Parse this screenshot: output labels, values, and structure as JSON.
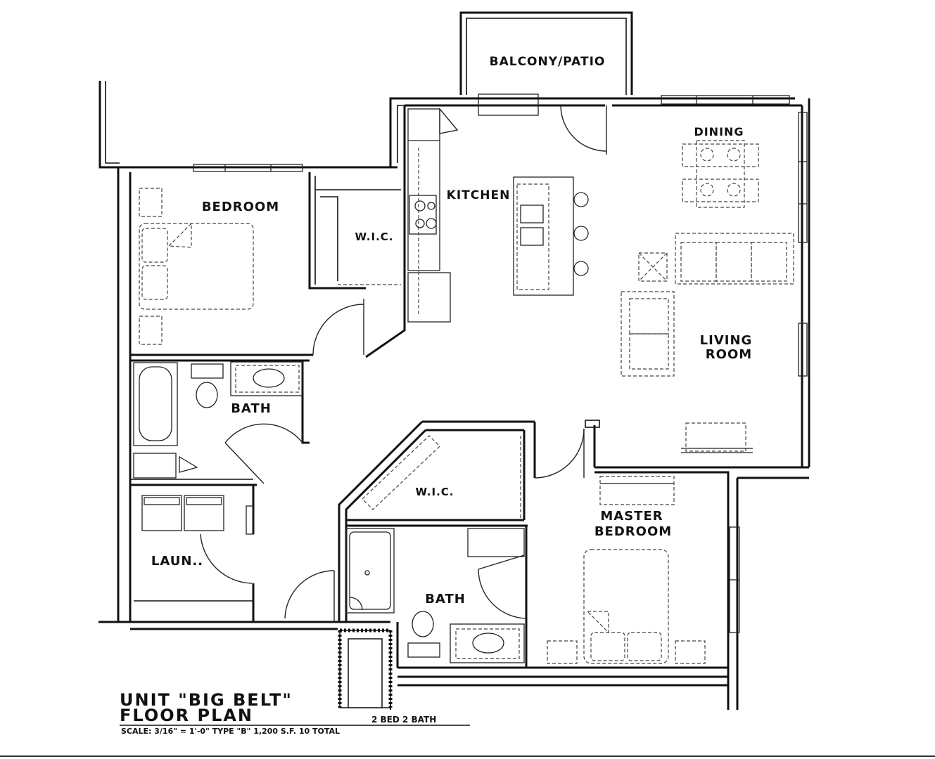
{
  "rooms": {
    "balcony": "BALCONY/PATIO",
    "kitchen": "KITCHEN",
    "dining": "DINING",
    "living_line1": "LIVING",
    "living_line2": "ROOM",
    "bedroom": "BEDROOM",
    "wic_bedroom": "W.I.C.",
    "bath_main": "BATH",
    "laundry": "LAUN..",
    "wic_master": "W.I.C.",
    "master_line1": "MASTER",
    "master_line2": "BEDROOM",
    "bath_master": "BATH"
  },
  "title_block": {
    "line1": "UNIT \"BIG BELT\"",
    "line2": "FLOOR PLAN",
    "summary": "2 BED 2 BATH",
    "scale_line": "SCALE: 3/16\" = 1'-0\" TYPE \"B\"  1,200 S.F.  10 TOTAL"
  }
}
